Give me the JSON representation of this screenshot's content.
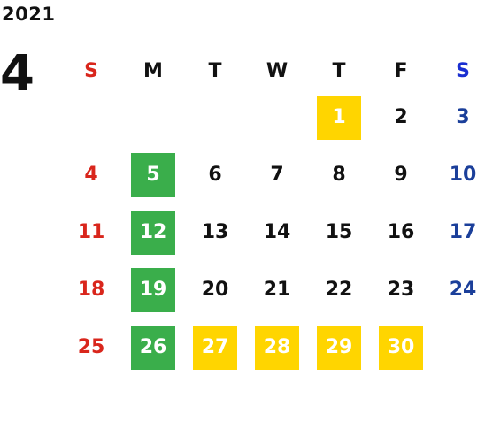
{
  "year": "2021",
  "month": "4",
  "weekdays": [
    "S",
    "M",
    "T",
    "W",
    "T",
    "F",
    "S"
  ],
  "weeks": [
    [
      "",
      "",
      "",
      "",
      "1",
      "2",
      "3"
    ],
    [
      "4",
      "5",
      "6",
      "7",
      "8",
      "9",
      "10"
    ],
    [
      "11",
      "12",
      "13",
      "14",
      "15",
      "16",
      "17"
    ],
    [
      "18",
      "19",
      "20",
      "21",
      "22",
      "23",
      "24"
    ],
    [
      "25",
      "26",
      "27",
      "28",
      "29",
      "30",
      ""
    ]
  ],
  "colors": {
    "sunday": "#d9261c",
    "saturday": "#1b3f9a",
    "green_highlight": "#3aae4b",
    "yellow_highlight": "#ffd500"
  }
}
